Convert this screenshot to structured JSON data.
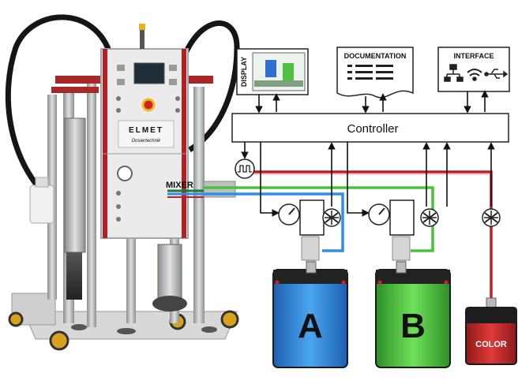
{
  "labels": {
    "display": "DISPLAY",
    "documentation": "DOCUMENTATION",
    "interface": "INTERFACE",
    "controller": "Controller",
    "mixer": "MIXER",
    "tank_a": "A",
    "tank_b": "B",
    "color": "COLOR"
  },
  "machine": {
    "brand": "ELMET",
    "brand_sub": "Dosiertechnik"
  },
  "colors": {
    "component_a": "#2f8fe0",
    "component_b": "#48c23a",
    "color_line": "#c0202a",
    "signal": "#111111",
    "machine_panel": "#e8e8e8",
    "machine_frame": "#b9babc"
  },
  "icons": [
    "monitor-icon",
    "document-icon",
    "network-icon",
    "wifi-icon",
    "usb-icon",
    "pressure-gauge-icon",
    "valve-icon",
    "pulse-icon"
  ]
}
